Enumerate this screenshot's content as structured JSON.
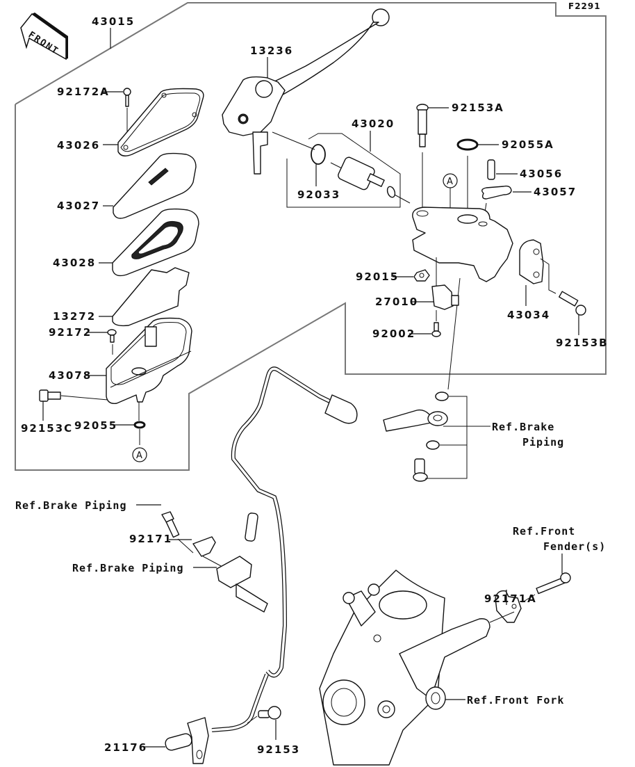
{
  "diagram": {
    "figure_code": "F2291",
    "front_indicator": "FRONT",
    "assembly_label": "43015",
    "callout_marker": "A",
    "parts": [
      {
        "id": "p13236",
        "number": "13236"
      },
      {
        "id": "p92172A",
        "number": "92172A"
      },
      {
        "id": "p43026",
        "number": "43026"
      },
      {
        "id": "p43027",
        "number": "43027"
      },
      {
        "id": "p43028",
        "number": "43028"
      },
      {
        "id": "p13272",
        "number": "13272"
      },
      {
        "id": "p92172",
        "number": "92172"
      },
      {
        "id": "p43078",
        "number": "43078"
      },
      {
        "id": "p92153C",
        "number": "92153C"
      },
      {
        "id": "p92055",
        "number": "92055"
      },
      {
        "id": "p43020",
        "number": "43020"
      },
      {
        "id": "p92033",
        "number": "92033"
      },
      {
        "id": "p92153A",
        "number": "92153A"
      },
      {
        "id": "p92055A",
        "number": "92055A"
      },
      {
        "id": "p43056",
        "number": "43056"
      },
      {
        "id": "p43057",
        "number": "43057"
      },
      {
        "id": "p92015",
        "number": "92015"
      },
      {
        "id": "p27010",
        "number": "27010"
      },
      {
        "id": "p92002",
        "number": "92002"
      },
      {
        "id": "p43034",
        "number": "43034"
      },
      {
        "id": "p92153B",
        "number": "92153B"
      },
      {
        "id": "p92171",
        "number": "92171"
      },
      {
        "id": "p92171A",
        "number": "92171A"
      },
      {
        "id": "p21176",
        "number": "21176"
      },
      {
        "id": "p92153",
        "number": "92153"
      }
    ],
    "references": {
      "brake_piping_right_line1": "Ref.Brake",
      "brake_piping_right_line2": "Piping",
      "brake_piping_left_top": "Ref.Brake Piping",
      "brake_piping_left_mid": "Ref.Brake Piping",
      "front_fender_line1": "Ref.Front",
      "front_fender_line2": "Fender(s)",
      "front_fork": "Ref.Front Fork"
    }
  }
}
